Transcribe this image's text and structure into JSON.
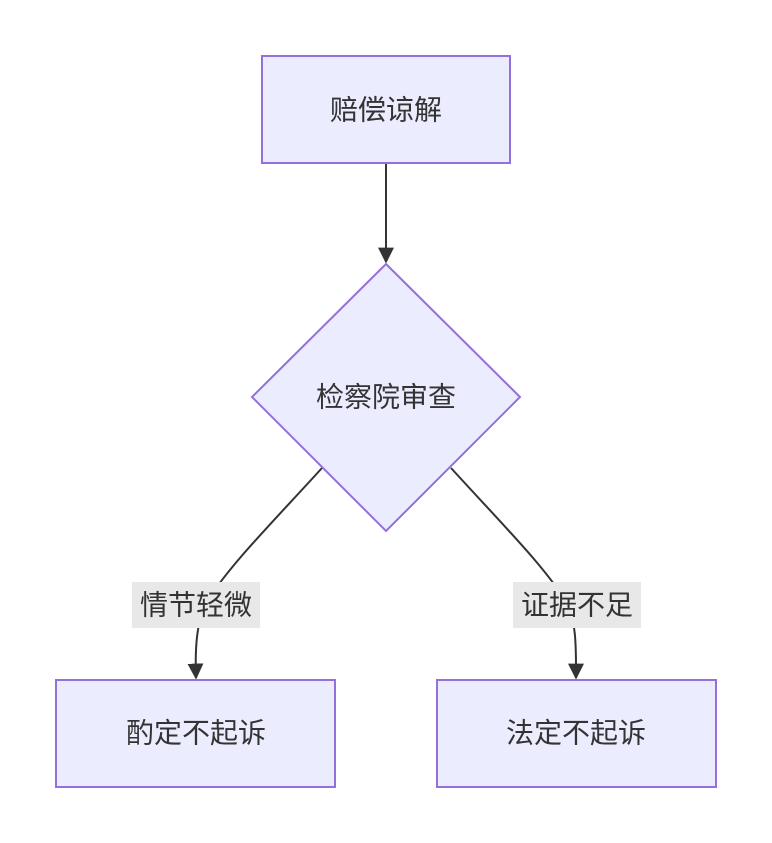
{
  "diagram": {
    "nodes": {
      "compensation": {
        "label": "赔偿谅解"
      },
      "review": {
        "label": "检察院审查"
      },
      "discretionary": {
        "label": "酌定不起诉"
      },
      "statutory": {
        "label": "法定不起诉"
      }
    },
    "edges": {
      "minor_circumstances": {
        "label": "情节轻微"
      },
      "insufficient_evidence": {
        "label": "证据不足"
      }
    },
    "colors": {
      "node_fill": "#ECECFF",
      "node_stroke": "#9370DB",
      "edge_stroke": "#333333",
      "label_background": "#E8E8E8",
      "text": "#333333"
    }
  }
}
